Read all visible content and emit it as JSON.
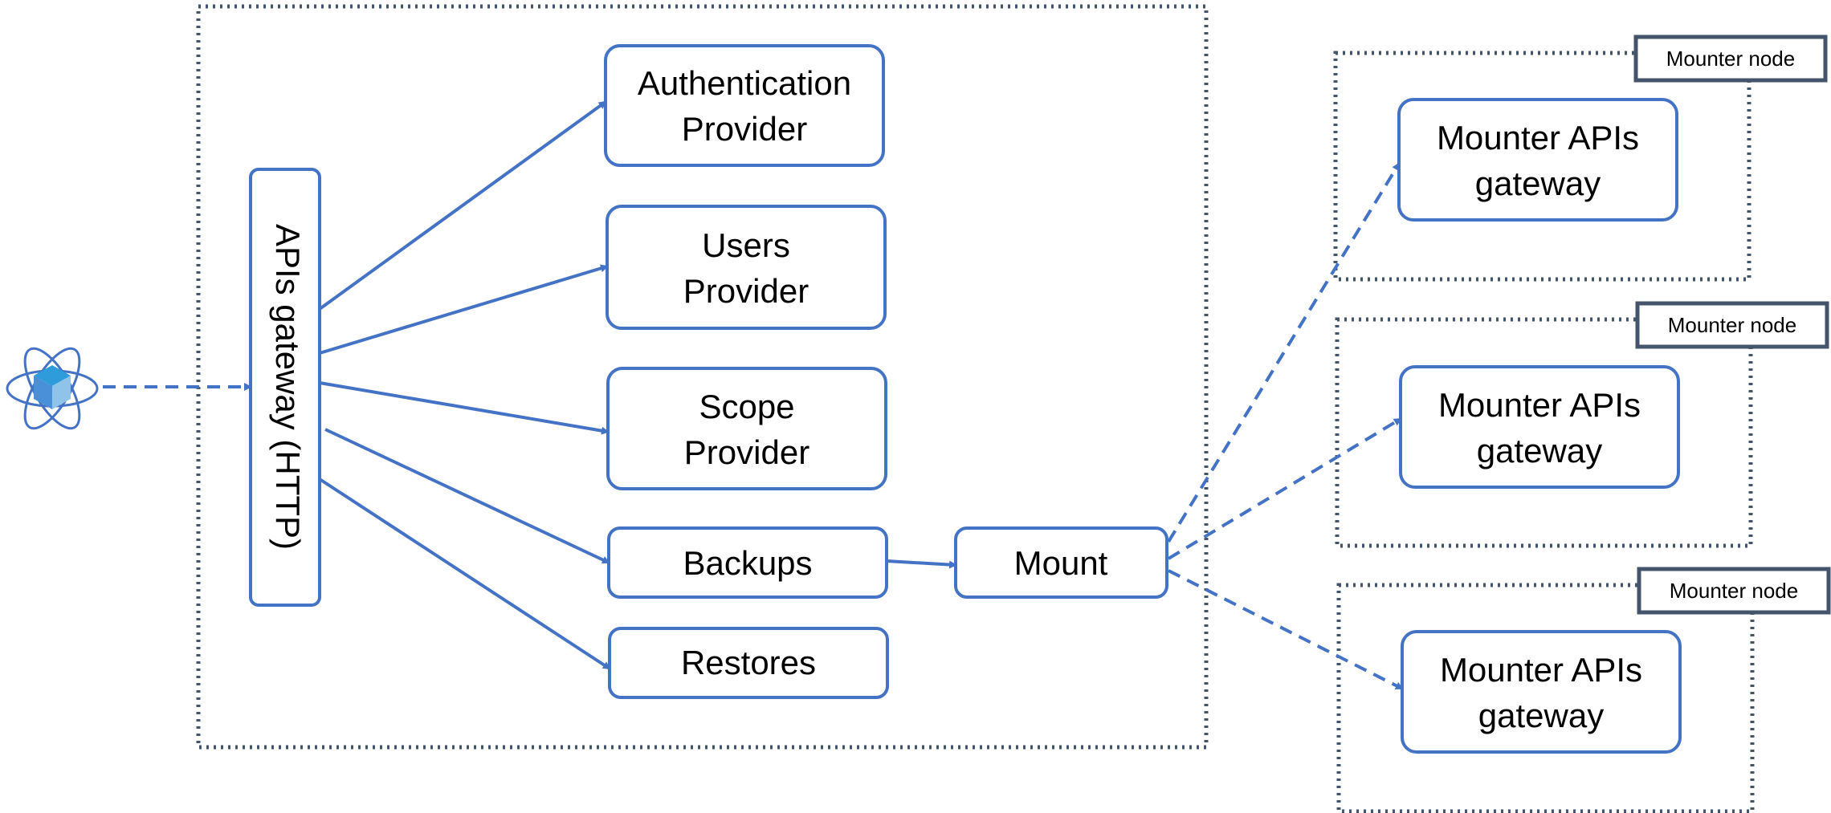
{
  "colors": {
    "accent": "#4472C4",
    "frame": "#44546A",
    "background": "#ffffff"
  },
  "client_icon": {
    "name": "atom-cube-icon"
  },
  "main": {
    "gateway_label": "APIs gateway (HTTP)",
    "providers": [
      {
        "line1": "Authentication",
        "line2": "Provider"
      },
      {
        "line1": "Users",
        "line2": "Provider"
      },
      {
        "line1": "Scope",
        "line2": "Provider"
      }
    ],
    "backups_label": "Backups",
    "restores_label": "Restores",
    "mount_label": "Mount"
  },
  "mounter_nodes": [
    {
      "tag": "Mounter node",
      "line1": "Mounter APIs",
      "line2": "gateway"
    },
    {
      "tag": "Mounter node",
      "line1": "Mounter APIs",
      "line2": "gateway"
    },
    {
      "tag": "Mounter node",
      "line1": "Mounter APIs",
      "line2": "gateway"
    }
  ]
}
